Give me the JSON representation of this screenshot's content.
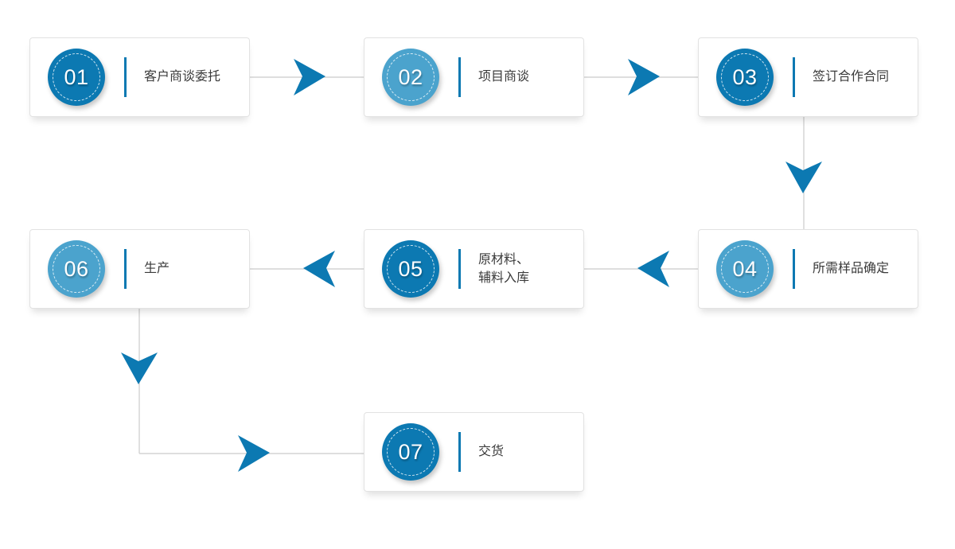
{
  "theme": {
    "badge_dark": "#0c79b2",
    "badge_light": "#4ba3cd",
    "arrow_color": "#0c79b2",
    "line_color": "#d3d3d3",
    "card_bg": "#ffffff",
    "card_border": "#e2e2e2",
    "text_color": "#3b3b3b"
  },
  "steps": [
    {
      "number": "01",
      "label": "客户商谈委托",
      "badge_style": "dark"
    },
    {
      "number": "02",
      "label": "项目商谈",
      "badge_style": "light"
    },
    {
      "number": "03",
      "label": "签订合作合同",
      "badge_style": "dark"
    },
    {
      "number": "04",
      "label": "所需样品确定",
      "badge_style": "light"
    },
    {
      "number": "05",
      "label": "原材料、\n辅料入库",
      "badge_style": "dark"
    },
    {
      "number": "06",
      "label": "生产",
      "badge_style": "light"
    },
    {
      "number": "07",
      "label": "交货",
      "badge_style": "dark"
    }
  ],
  "connectors": [
    {
      "name": "step-01-to-02",
      "direction": "right"
    },
    {
      "name": "step-02-to-03",
      "direction": "right"
    },
    {
      "name": "step-03-to-04",
      "direction": "down"
    },
    {
      "name": "step-04-to-05",
      "direction": "left"
    },
    {
      "name": "step-05-to-06",
      "direction": "left"
    },
    {
      "name": "step-06-to-07",
      "direction": "down-then-right"
    }
  ]
}
